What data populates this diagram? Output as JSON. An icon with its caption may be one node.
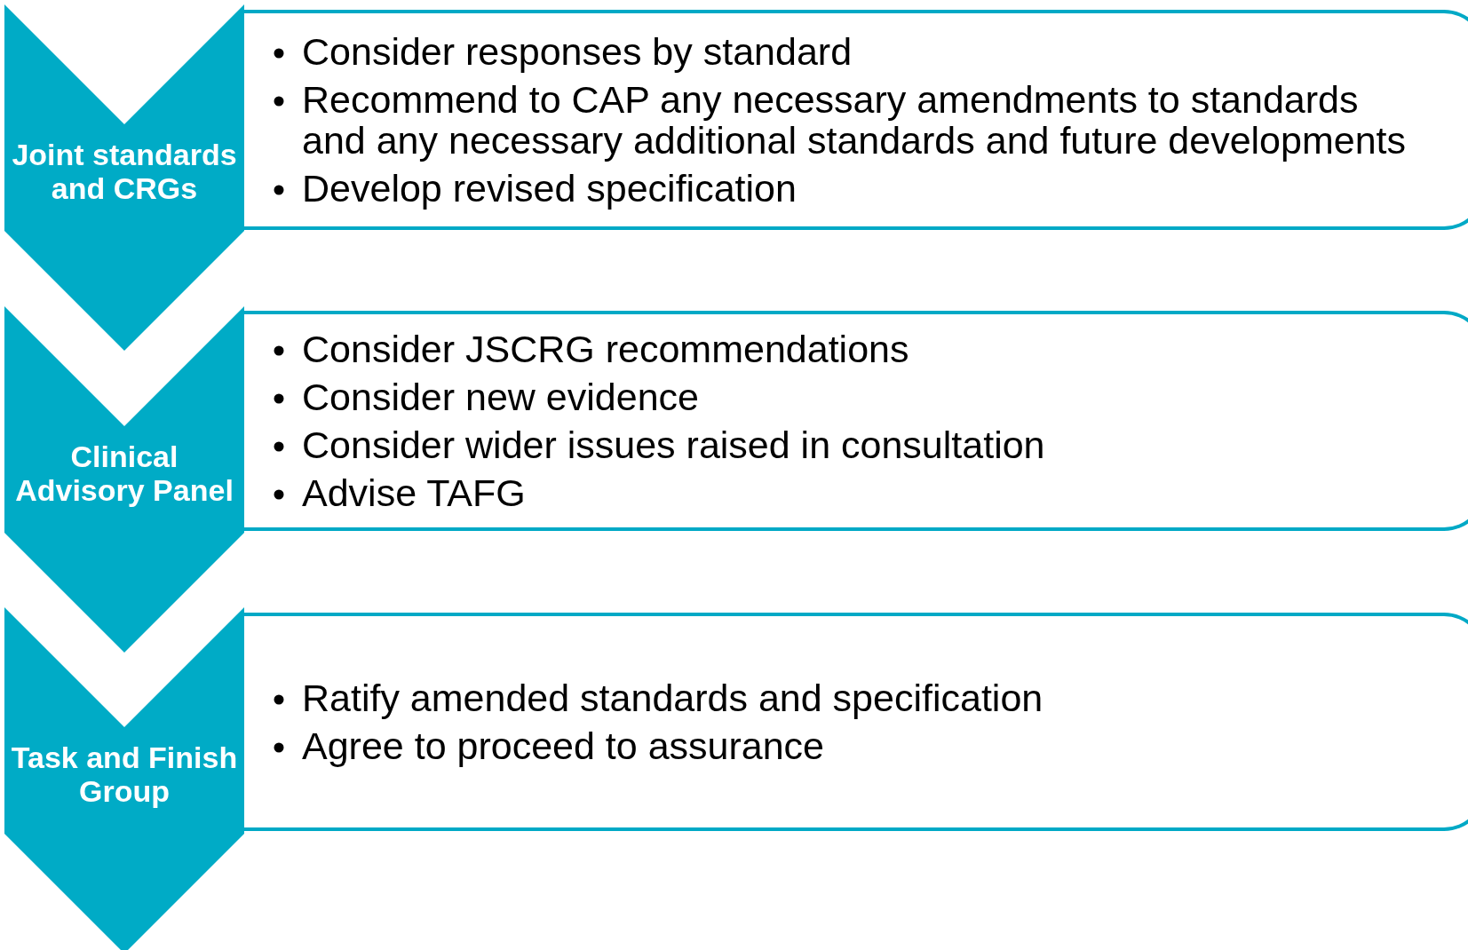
{
  "diagram": {
    "nodes": [
      {
        "text": [
          "Joint standards and CRGs"
        ]
      },
      {
        "text": [
          "Consider responses by standard",
          "Recommend to CAP any necessary amendments to standards and any necessary additional standards and future developments",
          "Develop revised specification"
        ]
      },
      {
        "text": [
          "Clinical Advisory Panel"
        ]
      },
      {
        "text": [
          "Consider JSCRG recommendations",
          "Consider new evidence",
          "Consider wider issues raised in consultation",
          "Advise TAFG"
        ]
      },
      {
        "text": [
          "Task and Finish Group"
        ]
      },
      {
        "text": [
          "Ratify amended standards and specification",
          "Agree to proceed to assurance"
        ]
      }
    ]
  }
}
